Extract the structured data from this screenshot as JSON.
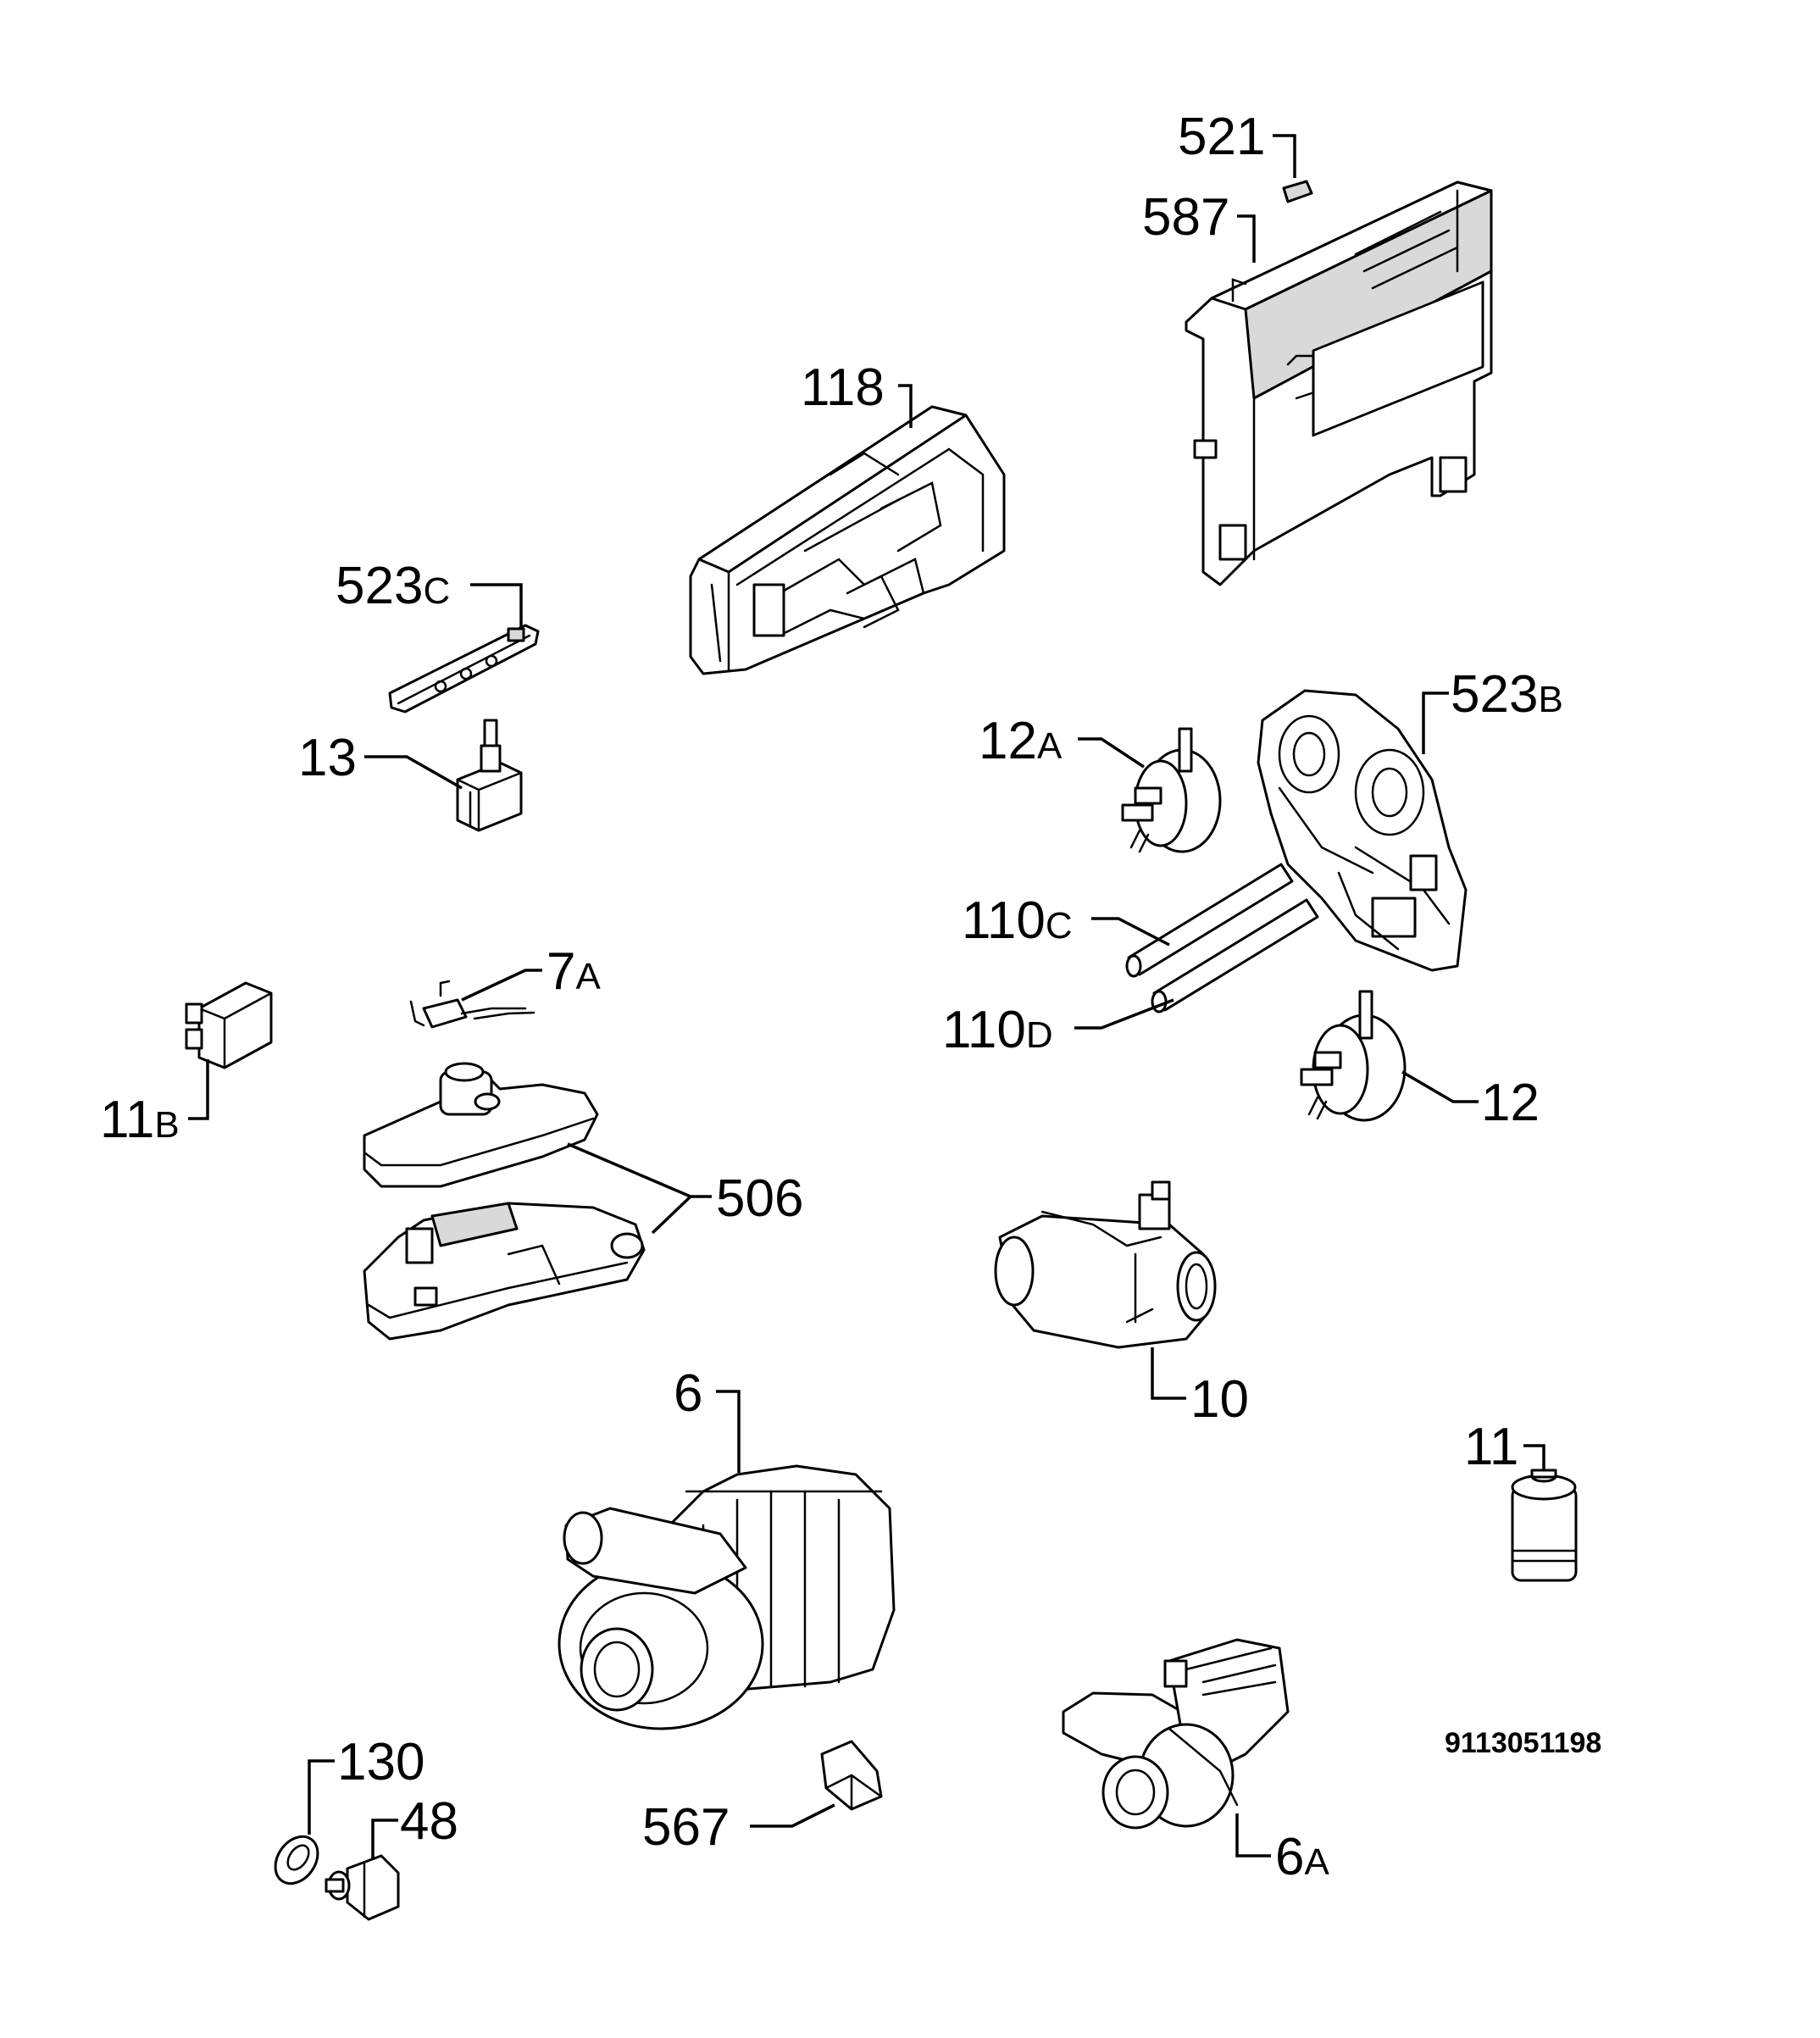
{
  "labels": {
    "p521": {
      "num": "521",
      "sfx": ""
    },
    "p587": {
      "num": "587",
      "sfx": ""
    },
    "p118": {
      "num": "118",
      "sfx": ""
    },
    "p523c": {
      "num": "523",
      "sfx": "C"
    },
    "p523b": {
      "num": "523",
      "sfx": "B"
    },
    "p13": {
      "num": "13",
      "sfx": ""
    },
    "p12a": {
      "num": "12",
      "sfx": "A"
    },
    "p110c": {
      "num": "110",
      "sfx": "C"
    },
    "p110d": {
      "num": "110",
      "sfx": "D"
    },
    "p12": {
      "num": "12",
      "sfx": ""
    },
    "p7a": {
      "num": "7",
      "sfx": "A"
    },
    "p11b": {
      "num": "11",
      "sfx": "B"
    },
    "p506": {
      "num": "506",
      "sfx": ""
    },
    "p10": {
      "num": "10",
      "sfx": ""
    },
    "p6": {
      "num": "6",
      "sfx": ""
    },
    "p11": {
      "num": "11",
      "sfx": ""
    },
    "p130": {
      "num": "130",
      "sfx": ""
    },
    "p48": {
      "num": "48",
      "sfx": ""
    },
    "p567": {
      "num": "567",
      "sfx": ""
    },
    "p6a": {
      "num": "6",
      "sfx": "A"
    }
  },
  "reference_number": "9113051198"
}
